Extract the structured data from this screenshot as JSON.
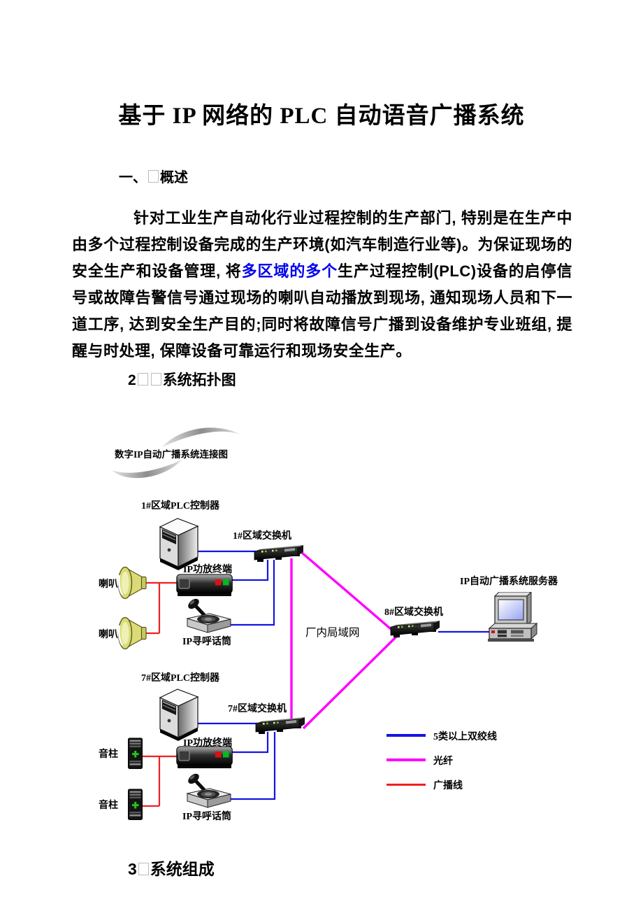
{
  "doc": {
    "title": "基于 IP 网络的 PLC 自动语音广播系统",
    "section1": {
      "number": "一、",
      "title": "概述"
    },
    "paragraph": {
      "before": "针对工业生产自动化行业过程控制的生产部门, 特别是在生产中由多个过程控制设备完成的生产环境(如汽车制造行业等)。为保证现场的安全生产和设备管理, 将",
      "highlight": "多区域的多个",
      "highlight_color": "#0000ee",
      "after": "生产过程控制(PLC)设备的启停信号或故障告警信号通过现场的喇叭自动播放到现场, 通知现场人员和下一道工序, 达到安全生产目的;同时将故障信号广播到设备维护专业班组, 提醒与时处理, 保障设备可靠运行和现场安全生产。"
    },
    "section2": {
      "number": "2",
      "title": "系统拓扑图"
    },
    "section3": {
      "number": "3",
      "title": "系统组成"
    }
  },
  "diagram": {
    "logo_title": "数字IP自动广播系统连接图",
    "labels": {
      "plc1": "1#区域PLC控制器",
      "switch1": "1#区域交换机",
      "amp": "IP功放终端",
      "horn": "喇叭",
      "mic": "IP寻呼话筒",
      "lan": "厂内局域网",
      "switch8": "8#区域交换机",
      "server": "IP自动广播系统服务器",
      "plc7": "7#区域PLC控制器",
      "switch7": "7#区域交换机",
      "column": "音柱"
    },
    "legend": [
      {
        "label": "5类以上双绞线",
        "color": "#1414e6"
      },
      {
        "label": "光纤",
        "color": "#ff00ff"
      },
      {
        "label": "广播线",
        "color": "#f02020"
      }
    ],
    "line_colors": {
      "twisted_pair": "#1414e6",
      "fiber": "#ff00ff",
      "broadcast": "#f02020"
    }
  }
}
